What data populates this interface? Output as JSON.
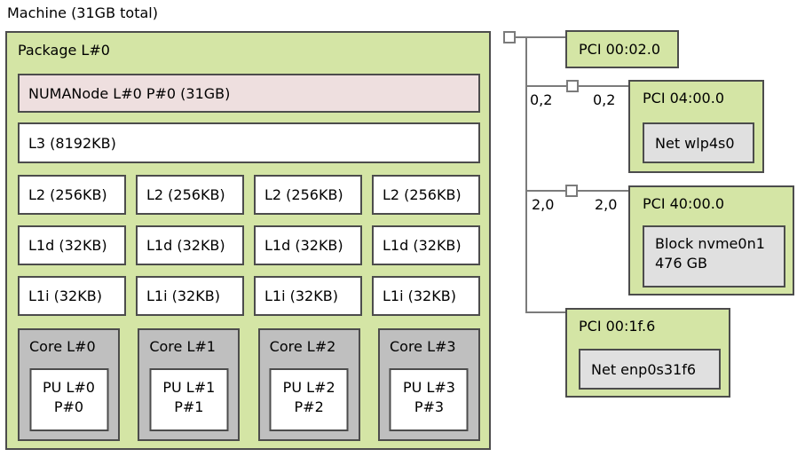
{
  "machine": {
    "title": "Machine (31GB total)"
  },
  "package": {
    "label": "Package L#0",
    "numanode": "NUMANode L#0 P#0 (31GB)",
    "l3": "L3 (8192KB)",
    "l2": [
      "L2 (256KB)",
      "L2 (256KB)",
      "L2 (256KB)",
      "L2 (256KB)"
    ],
    "l1d": [
      "L1d (32KB)",
      "L1d (32KB)",
      "L1d (32KB)",
      "L1d (32KB)"
    ],
    "l1i": [
      "L1i (32KB)",
      "L1i (32KB)",
      "L1i (32KB)",
      "L1i (32KB)"
    ],
    "cores": [
      {
        "label": "Core L#0",
        "pu_line1": "PU L#0",
        "pu_line2": "P#0"
      },
      {
        "label": "Core L#1",
        "pu_line1": "PU L#1",
        "pu_line2": "P#1"
      },
      {
        "label": "Core L#2",
        "pu_line1": "PU L#2",
        "pu_line2": "P#2"
      },
      {
        "label": "Core L#3",
        "pu_line1": "PU L#3",
        "pu_line2": "P#3"
      }
    ]
  },
  "pci_tree": {
    "links": [
      {
        "left": "0,2",
        "right": "0,2"
      },
      {
        "left": "2,0",
        "right": "2,0"
      }
    ],
    "devices": [
      {
        "title": "PCI 00:02.0"
      },
      {
        "title": "PCI 04:00.0",
        "device": "Net wlp4s0"
      },
      {
        "title": "PCI 40:00.0",
        "device_line1": "Block nvme0n1",
        "device_line2": "476 GB"
      },
      {
        "title": "PCI 00:1f.6",
        "device": "Net enp0s31f6"
      }
    ]
  },
  "colors": {
    "package_green": "#d4e5a5",
    "numa_pink": "#eedfdf",
    "core_gray": "#bfbfbf",
    "device_gray": "#e0e0e0",
    "box_border": "#4c4c4c",
    "line_gray": "#7b7b7b"
  }
}
